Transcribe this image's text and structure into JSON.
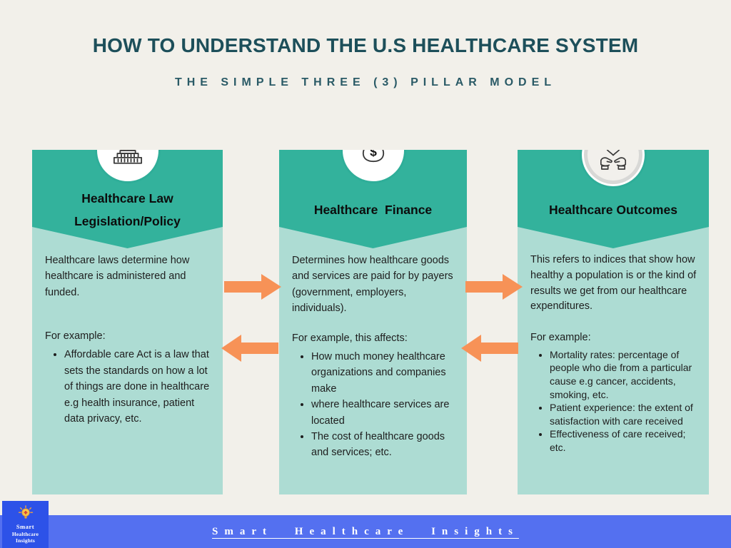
{
  "header": {
    "title": "HOW TO UNDERSTAND THE U.S HEALTHCARE SYSTEM",
    "subtitle": "THE SIMPLE THREE (3) PILLAR MODEL"
  },
  "colors": {
    "background": "#f2f0ea",
    "pillar_header_teal": "#33b29c",
    "pillar_body_teal": "#addcd3",
    "title_text": "#1d4f5a",
    "arrow_orange": "#f79257",
    "footer_bar_blue": "#5470f0",
    "logo_blue": "#2d52e8"
  },
  "pillars": [
    {
      "icon": "capitol-icon",
      "title_lines": [
        "Healthcare Law",
        "Legislation/Policy"
      ],
      "description": "Healthcare laws determine how healthcare is administered and funded.",
      "example_label": "For example:",
      "bullets": [
        "Affordable care Act is a law that sets the standards on how a lot of things are done in healthcare e.g health insurance, patient data privacy, etc."
      ]
    },
    {
      "icon": "money-bag-icon",
      "title_lines": [
        "Healthcare  Finance"
      ],
      "description": "Determines how healthcare goods and services are paid for by payers (government, employers, individuals).",
      "example_label": "For example, this affects:",
      "bullets": [
        "How much money healthcare organizations and companies make",
        "where healthcare services are located",
        "The cost of healthcare goods and services; etc."
      ]
    },
    {
      "icon": "hands-heart-icon",
      "title_lines": [
        "Healthcare Outcomes"
      ],
      "description": "This refers to indices that show how healthy a population is or the kind of results we get from our healthcare expenditures.",
      "example_label": "For example:",
      "bullets": [
        "Mortality rates: percentage of people who die from a particular cause e.g cancer, accidents, smoking, etc.",
        "Patient experience: the extent of satisfaction with care received",
        "Effectiveness of care received; etc."
      ]
    }
  ],
  "footer": {
    "brand_text": "Smart Healthcare Insights",
    "logo": {
      "line1": "Smart",
      "line2": "Healthcare Insights"
    }
  }
}
